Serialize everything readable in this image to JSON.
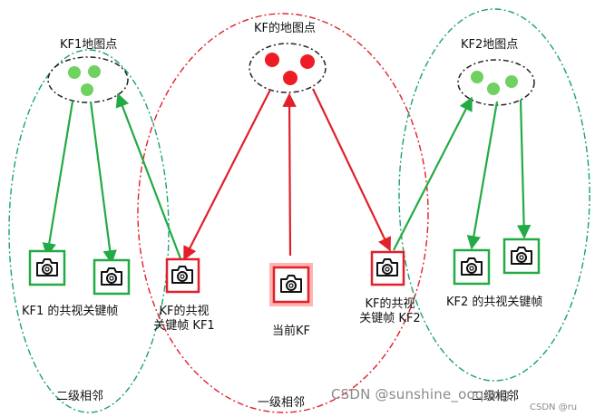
{
  "labels": {
    "kf1_map_points": "KF1地图点",
    "kf_map_points": "KF的地图点",
    "kf2_map_points": "KF2地图点",
    "kf1_covis": "KF1 的共视关键帧",
    "kf_covis_kf1": "KF的共视",
    "kf_covis_kf1_line2": "关键帧 KF1",
    "current_kf": "当前KF",
    "kf_covis_kf2": "KF的共视",
    "kf_covis_kf2_line2": "关键帧 KF2",
    "kf2_covis": "KF2 的共视关键帧",
    "second_level": "二级相邻",
    "first_level": "一级相邻",
    "second_level_right": "二级相邻"
  },
  "watermark": {
    "main": "CSDN @sunshine_ooqang",
    "small": "CSDN @ru"
  },
  "colors": {
    "green": "#22aa44",
    "red": "#e0202a",
    "green_dash": "#1aa36b",
    "red_dash": "#e0202a",
    "black_dash": "#222222",
    "point_green": "#6fd160",
    "point_red": "#ee1c24"
  },
  "icons": [
    "camera-icon"
  ]
}
